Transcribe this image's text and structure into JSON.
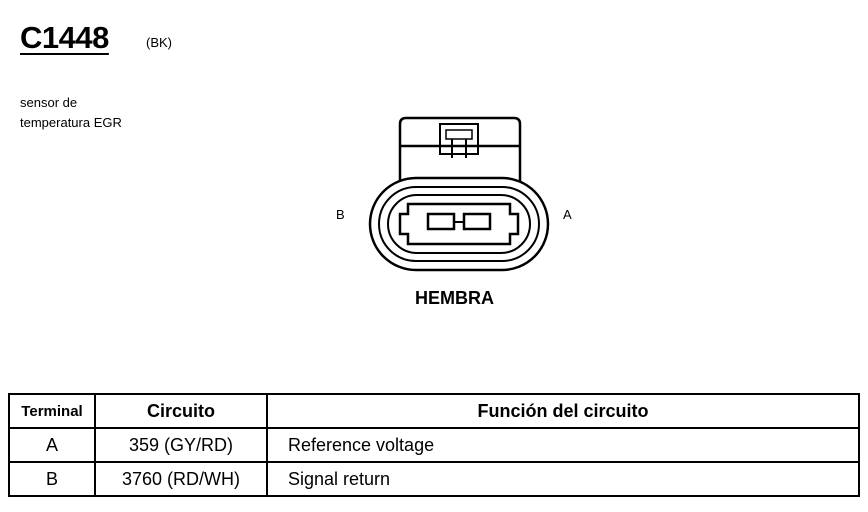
{
  "connector": {
    "id": "C1448",
    "color": "(BK)",
    "description_lines": [
      "sensor de",
      "temperatura EGR"
    ],
    "pin_labels": {
      "left": "B",
      "right": "A"
    },
    "gender": "HEMBRA"
  },
  "table": {
    "headers": [
      "Terminal",
      "Circuito",
      "Función del circuito"
    ],
    "rows": [
      {
        "terminal": "A",
        "circuit": "359 (GY/RD)",
        "function": "Reference voltage"
      },
      {
        "terminal": "B",
        "circuit": "3760 (RD/WH)",
        "function": "Signal return"
      }
    ]
  }
}
